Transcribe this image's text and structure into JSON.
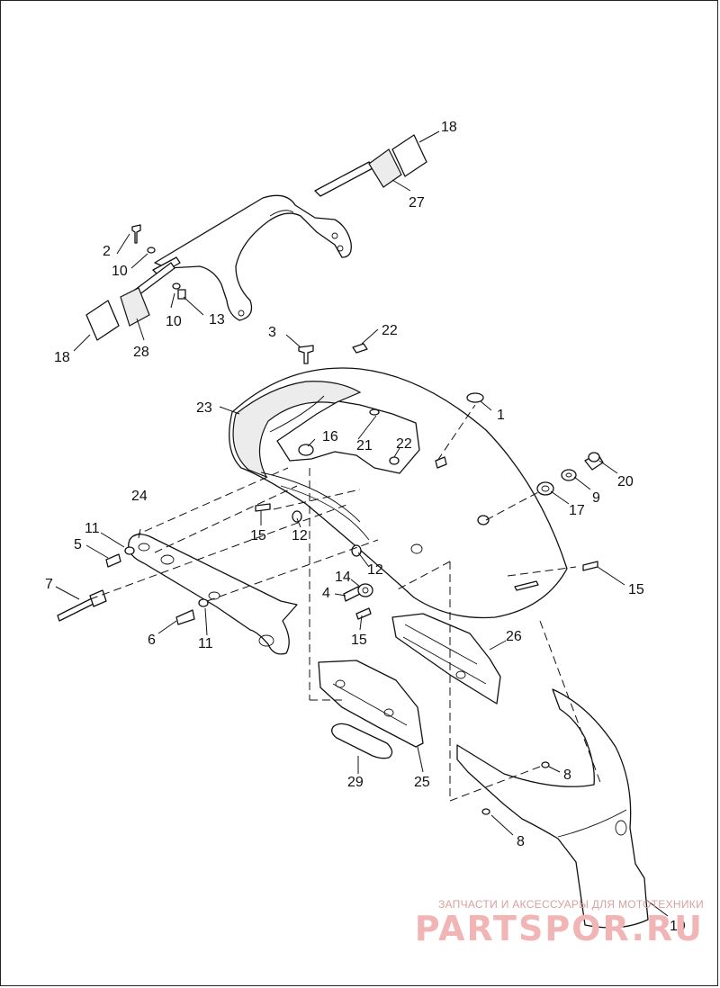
{
  "colors": {
    "line": "#111111",
    "background": "#ffffff",
    "watermark": "#f2b5b5"
  },
  "callouts": {
    "c1": "1",
    "c2": "2",
    "c3": "3",
    "c4": "4",
    "c5": "5",
    "c6": "6",
    "c7": "7",
    "c8a": "8",
    "c8b": "8",
    "c9": "9",
    "c10a": "10",
    "c10b": "10",
    "c11a": "11",
    "c11b": "11",
    "c12a": "12",
    "c12b": "12",
    "c13": "13",
    "c14": "14",
    "c15a": "15",
    "c15b": "15",
    "c15c": "15",
    "c16": "16",
    "c17": "17",
    "c18a": "18",
    "c18b": "18",
    "c19": "19",
    "c20": "20",
    "c21": "21",
    "c22a": "22",
    "c22b": "22",
    "c23": "23",
    "c24": "24",
    "c25": "25",
    "c26": "26",
    "c27": "27",
    "c28": "28",
    "c29": "29"
  },
  "watermark": {
    "subtitle": "ЗАПЧАСТИ И АКСЕССУАРЫ ДЛЯ МОТОТЕХНИКИ",
    "brand": "PARTSPOR.RU"
  }
}
